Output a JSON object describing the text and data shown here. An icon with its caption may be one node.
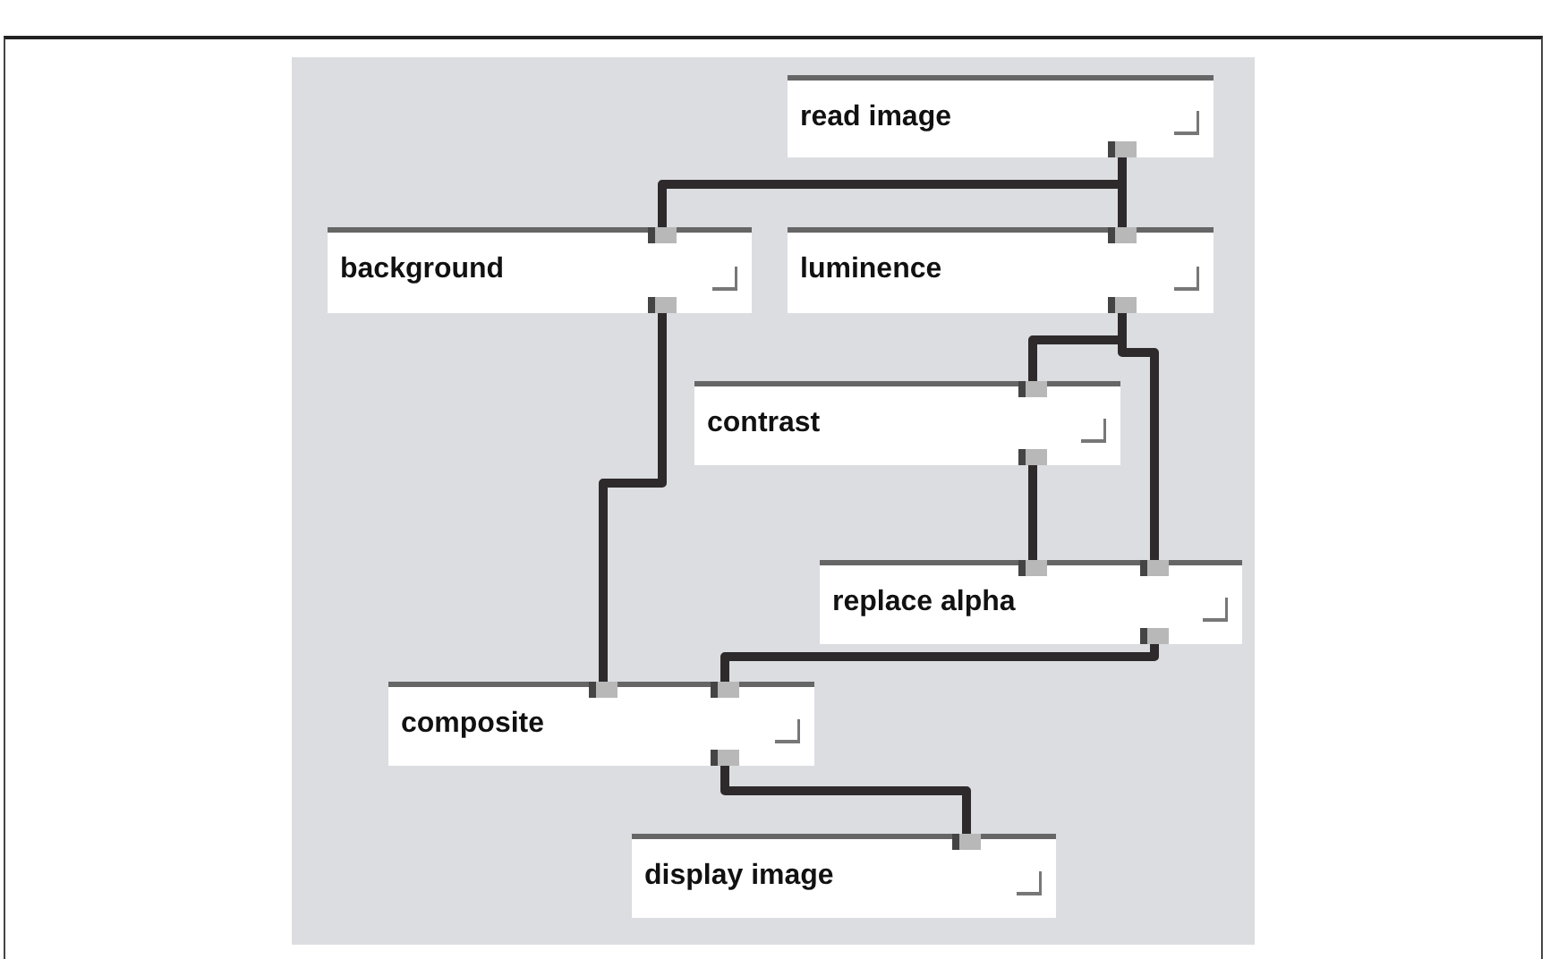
{
  "diagram": {
    "nodes": [
      {
        "text": [
          "read image"
        ]
      },
      {
        "text": [
          "background"
        ]
      },
      {
        "text": [
          "luminence"
        ]
      },
      {
        "text": [
          "contrast"
        ]
      },
      {
        "text": [
          "replace alpha"
        ]
      },
      {
        "text": [
          "composite"
        ]
      },
      {
        "text": [
          "display image"
        ]
      }
    ],
    "edges": [
      {
        "from": 0,
        "to": 1,
        "arrow": "none"
      },
      {
        "from": 0,
        "to": 2,
        "arrow": "none"
      },
      {
        "from": 2,
        "to": 3,
        "arrow": "none"
      },
      {
        "from": 2,
        "to": 4,
        "arrow": "none"
      },
      {
        "from": 3,
        "to": 4,
        "arrow": "none"
      },
      {
        "from": 1,
        "to": 5,
        "arrow": "none"
      },
      {
        "from": 4,
        "to": 5,
        "arrow": "none"
      },
      {
        "from": 5,
        "to": 6,
        "arrow": "none"
      }
    ]
  }
}
